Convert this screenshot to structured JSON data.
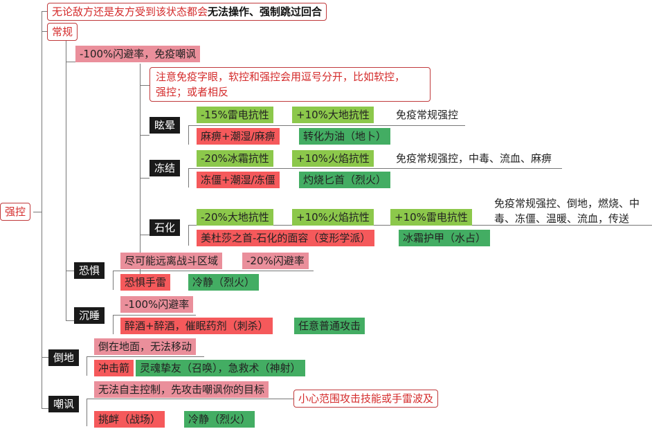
{
  "root": {
    "label": "强控"
  },
  "top_note": {
    "text_red": "无论敌方还是友方受到该状态都会",
    "text_bold": "无法操作、强制跳过回合"
  },
  "normal": {
    "label": "常规",
    "effect": "-100%闪避率，免疫嘲讽",
    "note_line1": "注意免疫字眼，软控和强控会用逗号分开，比如软控，",
    "note_line2": "强控；或者相反",
    "states": [
      {
        "label": "眩晕",
        "effects": [
          "-15%雷电抗性",
          "+10%大地抗性"
        ],
        "immune": "免疫常规强控",
        "sources": [
          "麻痹+潮湿/麻痹"
        ],
        "counters": [
          "转化为油（地卜）"
        ]
      },
      {
        "label": "冻结",
        "effects": [
          "-20%冰霜抗性",
          "+10%火焰抗性"
        ],
        "immune": "免疫常规强控，中毒、流血、麻痹",
        "sources": [
          "冻僵+潮湿/冻僵"
        ],
        "counters": [
          "灼烧匕首（烈火）"
        ]
      },
      {
        "label": "石化",
        "effects": [
          "-20%大地抗性",
          "+10%火焰抗性",
          "+10%雷电抗性"
        ],
        "immune_line1": "免疫常规强控、倒地，燃烧、中",
        "immune_line2": "毒、冻僵、温暖、流血，传送",
        "sources": [
          "美杜莎之首-石化的面容（变形学派）"
        ],
        "counters": [
          "冰霜护甲（水占）"
        ]
      }
    ]
  },
  "fear": {
    "label": "恐惧",
    "effects": [
      "尽可能远离战斗区域",
      "-20%闪避率"
    ],
    "sources": [
      "恐惧手雷"
    ],
    "counters": [
      "冷静（烈火）"
    ]
  },
  "sleep": {
    "label": "沉睡",
    "effects": [
      "-100%闪避率"
    ],
    "sources": [
      "醉酒+醉酒，催眠药剂（刺杀）"
    ],
    "counters": [
      "任意普通攻击"
    ]
  },
  "knockdown": {
    "label": "倒地",
    "effects": [
      "倒在地面，无法移动"
    ],
    "sources": [
      "冲击箭"
    ],
    "counters": [
      "灵魂挚友（召唤），急救术（神射）"
    ]
  },
  "taunt": {
    "label": "嘲讽",
    "effects": [
      "无法自主控制，先攻击嘲讽你的目标"
    ],
    "note": "小心范围攻击技能或手雷波及",
    "sources": [
      "挑衅（战场）"
    ],
    "counters": [
      "冷静（烈火）"
    ]
  },
  "colors": {
    "outline_red": "#c0393b",
    "pink": "#ea8f9b",
    "red": "#f5595b",
    "light_green": "#8cc84b",
    "dark_green": "#43ad63",
    "dark": "#1a1a1a"
  }
}
